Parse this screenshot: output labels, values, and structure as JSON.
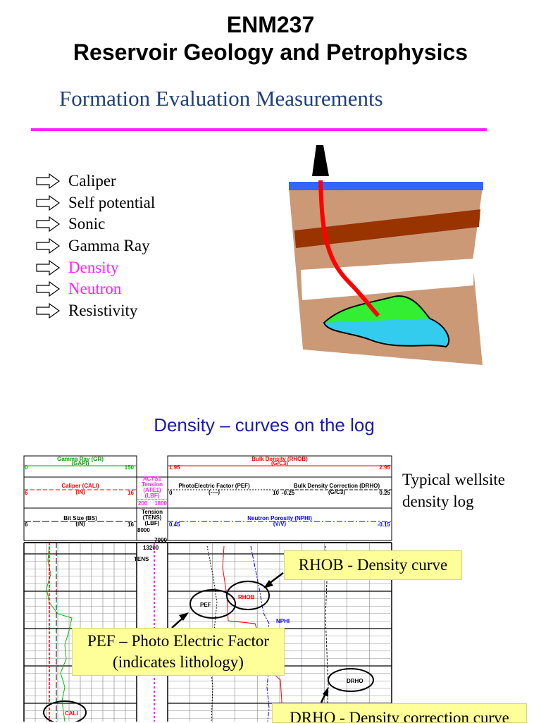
{
  "course_code": "ENM237",
  "course_title": "Reservoir Geology and Petrophysics",
  "slide_title": "Formation Evaluation Measurements",
  "measurements": [
    {
      "label": "Caliper",
      "highlighted": false
    },
    {
      "label": "Self potential",
      "highlighted": false
    },
    {
      "label": "Sonic",
      "highlighted": false
    },
    {
      "label": "Gamma Ray",
      "highlighted": false
    },
    {
      "label": "Density",
      "highlighted": true
    },
    {
      "label": "Neutron",
      "highlighted": true
    },
    {
      "label": "Resistivity",
      "highlighted": false
    }
  ],
  "colors": {
    "highlight": "#ff20ff",
    "subtitle": "#1f3f7f",
    "heading": "#1a1aa8",
    "callout_bg": "#ffff99",
    "well_path": "#ff0000"
  },
  "section_heading": "Density – curves on the log",
  "log_caption": {
    "line1": "Typical wellsite",
    "line2": "density log"
  },
  "callouts": {
    "rhob": "RHOB - Density curve",
    "pef_line1": "PEF – Photo Electric Factor",
    "pef_line2": "(indicates lithology)",
    "drho": "DRHO - Density correction curve"
  },
  "log_header": {
    "gamma_ray": {
      "name": "Gamma Ray (GR)",
      "unit": "(GAPI)",
      "min": "0",
      "max": "150"
    },
    "caliper": {
      "name": "Caliper (CALI)",
      "unit": "(IN)",
      "min": "6",
      "max": "16"
    },
    "bit_size": {
      "name": "Bit Size (BS)",
      "unit": "(IN)",
      "min": "6",
      "max": "16"
    },
    "tension_top": {
      "line1": "ACTS1",
      "line2": "Tension",
      "line3": "(ATE1)",
      "line4": "(LBF)",
      "min": "200",
      "max": "1800"
    },
    "tension": {
      "line1": "Tension",
      "line2": "(TENS)",
      "line3": "(LBF)",
      "min": "8000",
      "max": "7000"
    },
    "bulk_density": {
      "name": "Bulk Density (RHOB)",
      "unit": "(G/C3)",
      "min": "1.95",
      "max": "2.95"
    },
    "pef": {
      "name": "PhotoElectric Factor (PEF)",
      "unit": "(----)",
      "min": "0",
      "max": "10"
    },
    "drho": {
      "name": "Bulk Density Correction (DRHO)",
      "unit": "(G/C3)",
      "min": "-0.25",
      "max": "0.25"
    },
    "nphi": {
      "name": "Neutron Porosity (NPHI)",
      "unit": "(V/V)",
      "min": "0.45",
      "max": "-0.15"
    },
    "depth": "13200",
    "tens_label": "TENS",
    "curve_labels": {
      "pef": "PEF",
      "rhob": "RHOB",
      "nphi": "NPHI",
      "drho": "DRHO",
      "cali": "CALI"
    }
  }
}
